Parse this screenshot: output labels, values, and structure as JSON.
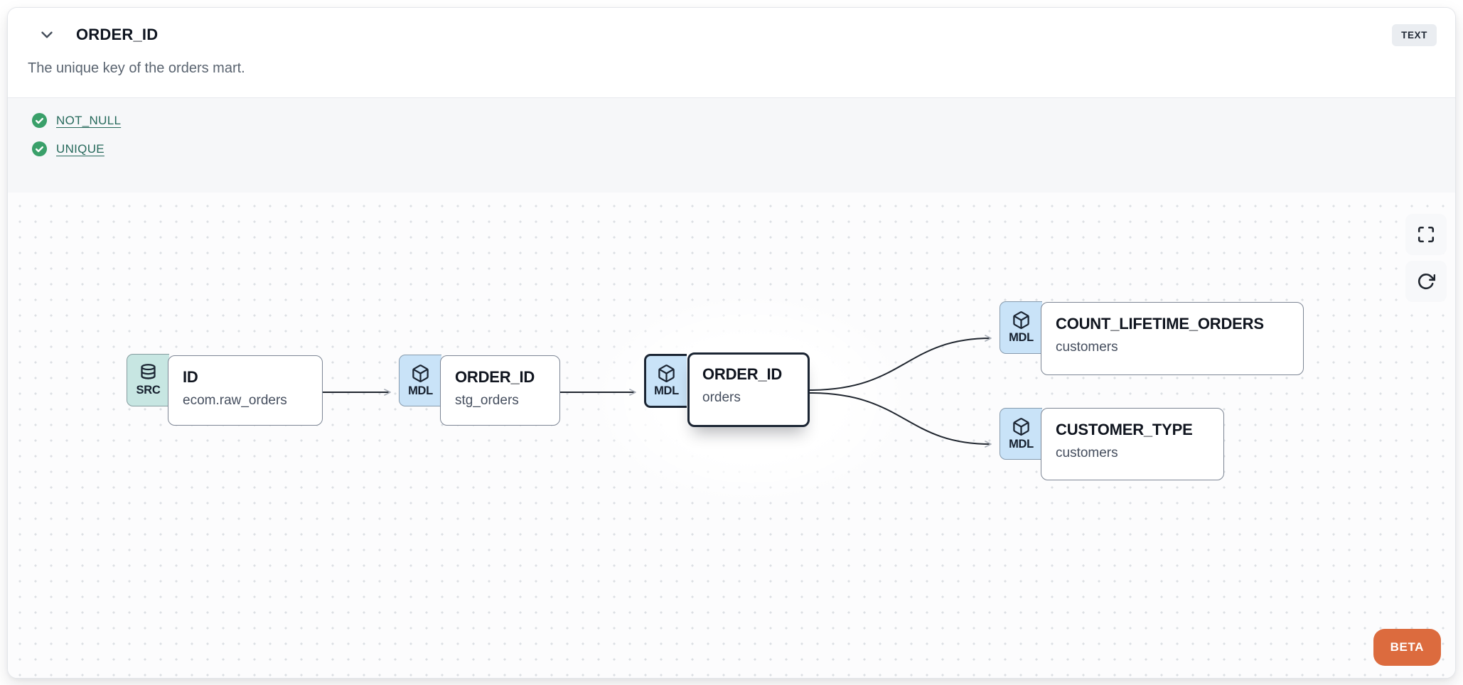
{
  "header": {
    "title": "ORDER_ID",
    "type_badge": "TEXT",
    "description": "The unique key of the orders mart."
  },
  "tests": [
    {
      "label": "NOT_NULL",
      "status": "pass"
    },
    {
      "label": "UNIQUE",
      "status": "pass"
    }
  ],
  "lineage": {
    "nodes": [
      {
        "id": "src",
        "kind": "SRC",
        "title": "ID",
        "subtitle": "ecom.raw_orders",
        "selected": false
      },
      {
        "id": "stg",
        "kind": "MDL",
        "title": "ORDER_ID",
        "subtitle": "stg_orders",
        "selected": false
      },
      {
        "id": "mart",
        "kind": "MDL",
        "title": "ORDER_ID",
        "subtitle": "orders",
        "selected": true
      },
      {
        "id": "clo",
        "kind": "MDL",
        "title": "COUNT_LIFETIME_ORDERS",
        "subtitle": "customers",
        "selected": false
      },
      {
        "id": "ct",
        "kind": "MDL",
        "title": "CUSTOMER_TYPE",
        "subtitle": "customers",
        "selected": false
      }
    ],
    "edges": [
      {
        "from": "src",
        "to": "stg"
      },
      {
        "from": "stg",
        "to": "mart"
      },
      {
        "from": "mart",
        "to": "clo"
      },
      {
        "from": "mart",
        "to": "ct"
      }
    ]
  },
  "controls": {
    "fullscreen": "Fullscreen",
    "refresh": "Refresh"
  },
  "beta_label": "BETA",
  "colors": {
    "test_pass_green": "#3aa06a",
    "test_link_teal": "#26695b",
    "beta_orange": "#dc6b3e",
    "src_badge_bg": "#c7e6e2",
    "mdl_badge_bg": "#c9e3f8",
    "selected_border": "#1b2533",
    "edge_line": "#20262f"
  }
}
